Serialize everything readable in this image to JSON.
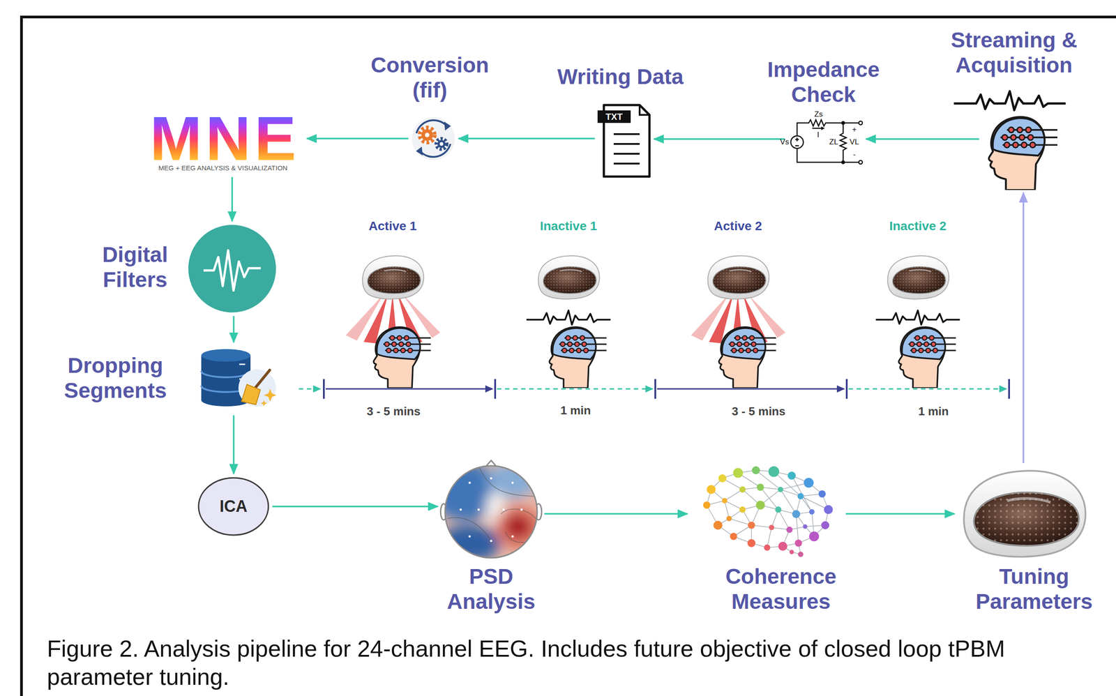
{
  "diagram": {
    "caption": "Figure 2. Analysis pipeline for 24-channel EEG. Includes future objective of closed loop tPBM parameter tuning.",
    "nodes": [
      {
        "text": [
          "MNE",
          "MEG + EEG ANALYSIS & VISUALIZATION"
        ]
      },
      {
        "text": [
          "Conversion (fif)"
        ]
      },
      {
        "text": [
          "Writing Data"
        ]
      },
      {
        "text": [
          "Impedance Check"
        ]
      },
      {
        "text": [
          "Streaming & Acquisition"
        ]
      },
      {
        "text": [
          "Digital Filters"
        ]
      },
      {
        "text": [
          "Dropping Segments"
        ]
      },
      {
        "text": [
          "ICA"
        ]
      },
      {
        "text": [
          "PSD Analysis"
        ]
      },
      {
        "text": [
          "Coherence Measures"
        ]
      },
      {
        "text": [
          "Tuning Parameters"
        ]
      }
    ],
    "edges": [
      {
        "from": 4,
        "to": 3,
        "arrow": "to"
      },
      {
        "from": 3,
        "to": 2,
        "arrow": "to"
      },
      {
        "from": 2,
        "to": 1,
        "arrow": "to"
      },
      {
        "from": 1,
        "to": 0,
        "arrow": "to"
      },
      {
        "from": 0,
        "to": 5,
        "arrow": "to"
      },
      {
        "from": 5,
        "to": 6,
        "arrow": "to"
      },
      {
        "from": 6,
        "to": 7,
        "arrow": "to"
      },
      {
        "from": 7,
        "to": 8,
        "arrow": "to"
      },
      {
        "from": 8,
        "to": 9,
        "arrow": "to"
      },
      {
        "from": 9,
        "to": 10,
        "arrow": "to"
      },
      {
        "from": 10,
        "to": 4,
        "arrow": "to"
      }
    ],
    "labels": [
      "Active 1",
      "Inactive 1",
      "Active 2",
      "Inactive 2",
      "3 - 5 mins",
      "1 min",
      "3 - 5 mins",
      "1 min",
      "TXT",
      "Zs",
      "I",
      "Vs",
      "ZL",
      "VL",
      "+",
      "-"
    ]
  }
}
